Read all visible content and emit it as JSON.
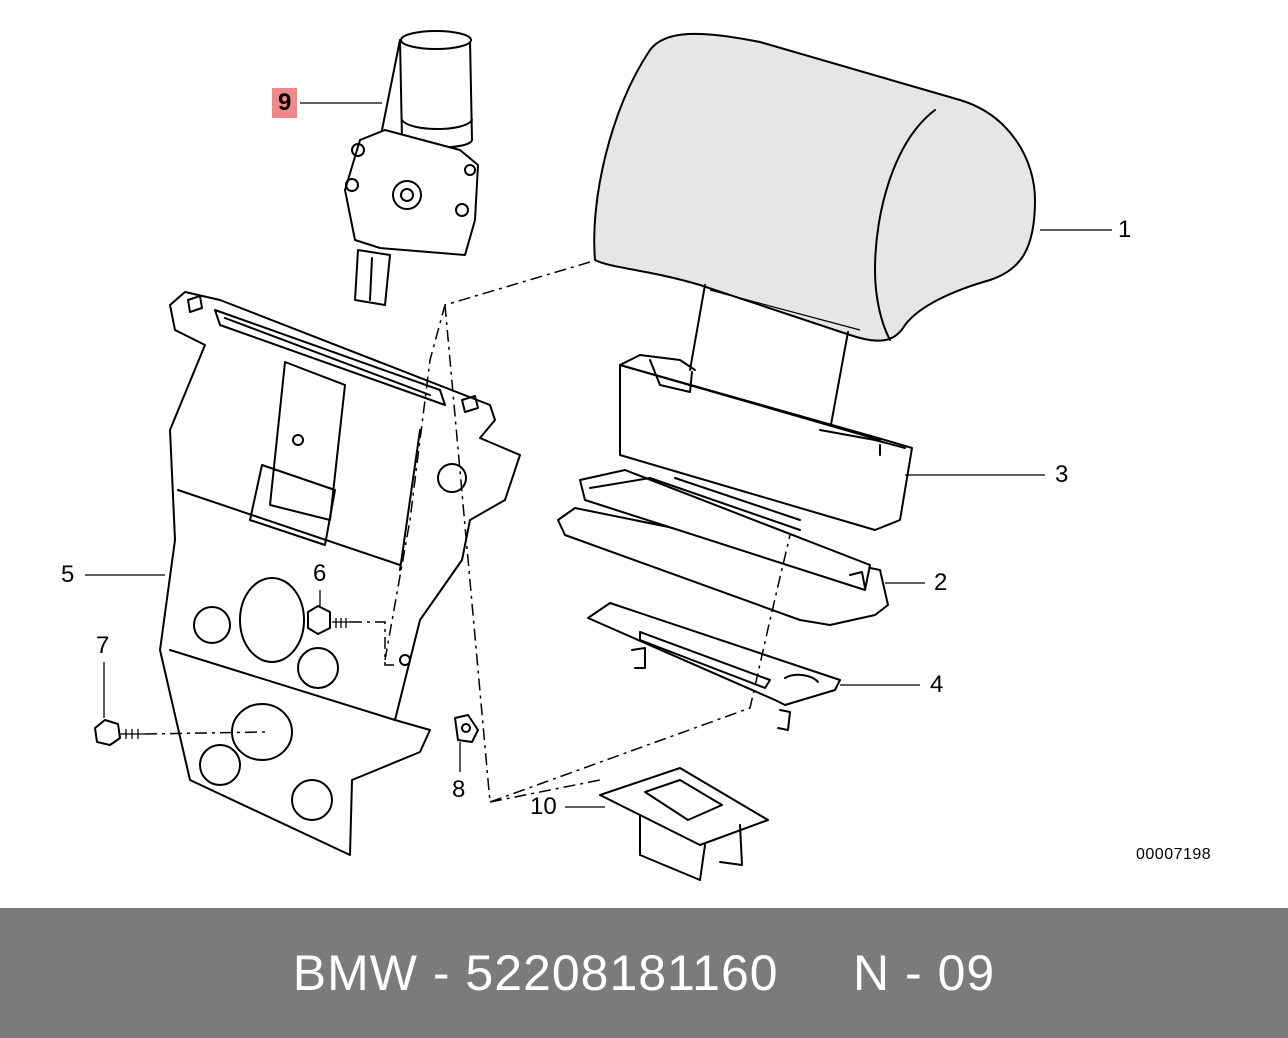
{
  "callouts": [
    {
      "id": "1",
      "label": "1"
    },
    {
      "id": "2",
      "label": "2"
    },
    {
      "id": "3",
      "label": "3"
    },
    {
      "id": "4",
      "label": "4"
    },
    {
      "id": "5",
      "label": "5"
    },
    {
      "id": "6",
      "label": "6"
    },
    {
      "id": "7",
      "label": "7"
    },
    {
      "id": "8",
      "label": "8"
    },
    {
      "id": "9",
      "label": "9"
    },
    {
      "id": "10",
      "label": "10"
    }
  ],
  "highlighted_callout": "9",
  "diagram_ref": "00007198",
  "footer": {
    "text": "BMW - 52208181160     N - 09"
  },
  "colors": {
    "footer_bg": "#7b7b7b",
    "highlight": "#f08a8a",
    "line": "#000000"
  }
}
